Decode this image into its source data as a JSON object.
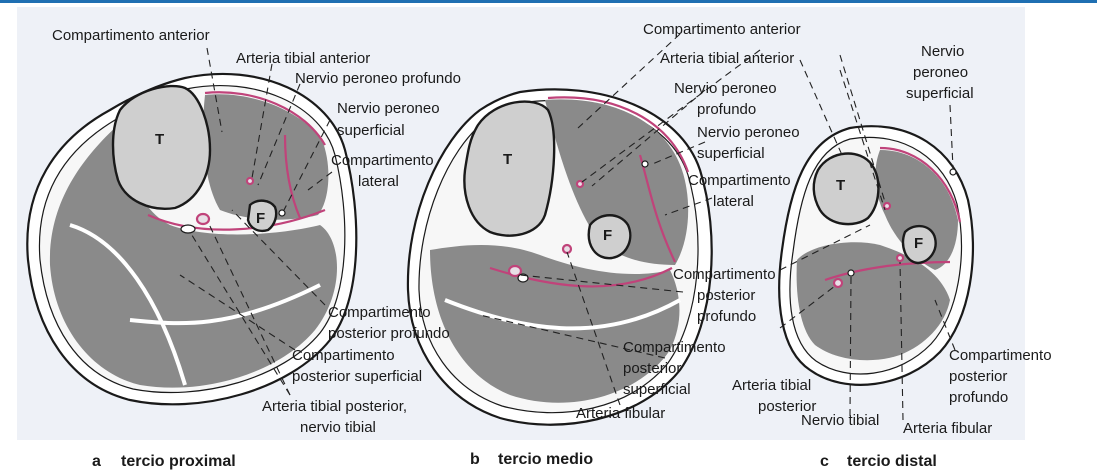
{
  "panels": {
    "a": {
      "letter": "a",
      "caption": "tercio proximal",
      "tibia": "T",
      "fibula": "F",
      "labels": {
        "comp_anterior": "Compartimento anterior",
        "art_tib_ant": "Arteria tibial anterior",
        "n_per_prof": "Nervio peroneo profundo",
        "n_per_sup_1": "Nervio peroneo",
        "n_per_sup_2": "superficial",
        "comp_lat_1": "Compartimento",
        "comp_lat_2": "lateral",
        "post_prof_1": "Compartimento",
        "post_prof_2": "posterior profundo",
        "post_sup_1": "Compartimento",
        "post_sup_2": "posterior superficial",
        "art_tib_post_1": "Arteria tibial posterior,",
        "art_tib_post_2": "nervio tibial"
      }
    },
    "b": {
      "letter": "b",
      "caption": "tercio medio",
      "tibia": "T",
      "fibula": "F",
      "labels": {
        "comp_anterior": "Compartimento anterior",
        "art_tib_ant": "Arteria tibial anterior",
        "n_per_prof_1": "Nervio peroneo",
        "n_per_prof_2": "profundo",
        "n_per_sup_1": "Nervio peroneo",
        "n_per_sup_2": "superficial",
        "comp_lat_1": "Compartimento",
        "comp_lat_2": "lateral",
        "post_prof_1": "Compartimento",
        "post_prof_2": "posterior",
        "post_prof_3": "profundo",
        "post_sup_1": "Compartimento",
        "post_sup_2": "posterior",
        "post_sup_3": "superficial",
        "art_fibular": "Arteria fibular"
      }
    },
    "c": {
      "letter": "c",
      "caption": "tercio distal",
      "tibia": "T",
      "fibula": "F",
      "labels": {
        "n_per_sup_1": "Nervio",
        "n_per_sup_2": "peroneo",
        "n_per_sup_3": "superficial",
        "art_tib_post_1": "Arteria tibial",
        "art_tib_post_2": "posterior",
        "n_tibial": "Nervio tibial",
        "art_fibular": "Arteria fibular",
        "post_prof_1": "Compartimento",
        "post_prof_2": "posterior",
        "post_prof_3": "profundo"
      }
    }
  },
  "colors": {
    "muscle": "#8a8a8a",
    "fascia": "#c0437a",
    "bone": "#cfcfcf",
    "background": "#eef1f7",
    "accent_bar": "#1f6fb2"
  }
}
